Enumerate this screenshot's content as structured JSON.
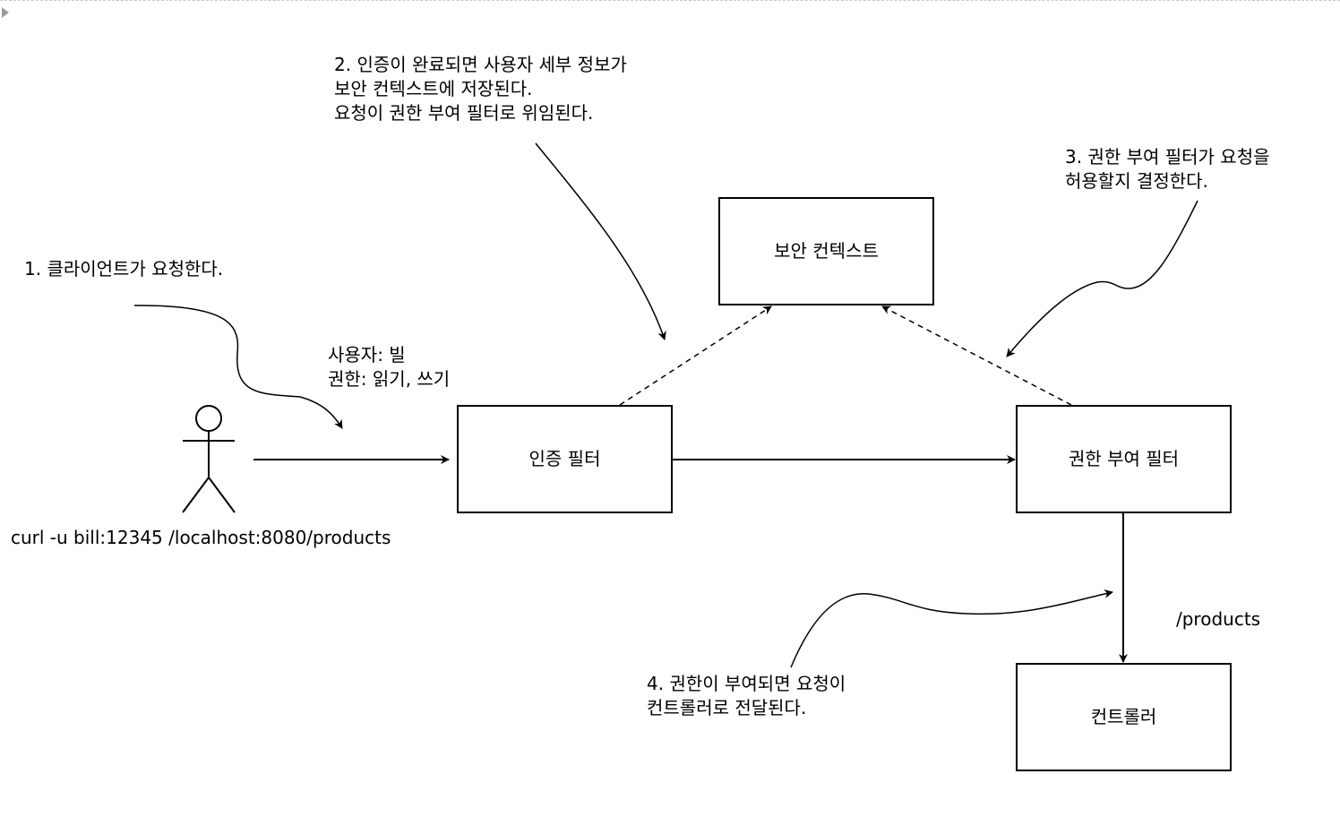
{
  "annotations": {
    "step1": "1. 클라이언트가 요청한다.",
    "step2": [
      "2. 인증이 완료되면 사용자 세부 정보가",
      "보안 컨텍스트에 저장된다.",
      "요청이 권한 부여 필터로 위임된다."
    ],
    "step3": [
      "3. 권한 부여 필터가 요청을",
      "허용할지 결정한다."
    ],
    "step4": [
      "4. 권한이 부여되면 요청이",
      "컨트롤러로 전달된다."
    ]
  },
  "user_info": [
    "사용자: 빌",
    "권한: 읽기, 쓰기"
  ],
  "curl_command": "curl -u bill:12345 /localhost:8080/products",
  "path_label": "/products",
  "boxes": {
    "security_context": "보안 컨텍스트",
    "auth_filter": "인증 필터",
    "authz_filter": "권한 부여 필터",
    "controller": "컨트롤러"
  },
  "colors": {
    "line": "#000000",
    "background": "#ffffff"
  },
  "icons": {
    "actor": "stick-figure-icon"
  }
}
